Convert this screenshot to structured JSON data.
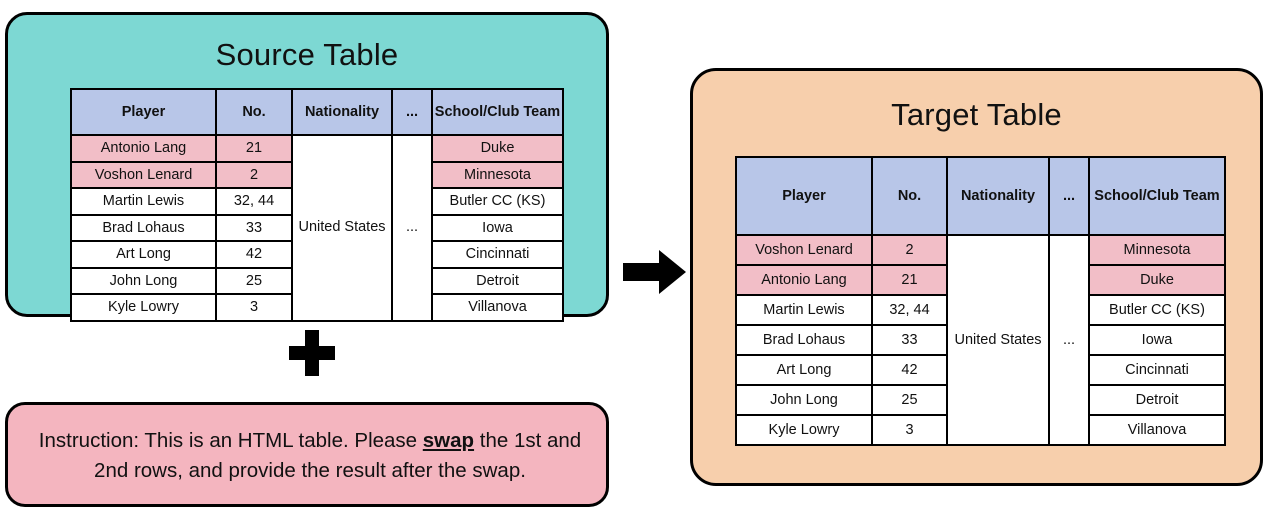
{
  "source_panel": {
    "title": "Source Table",
    "bg_color": "#7DD8D3",
    "table": {
      "headers": [
        "Player",
        "No.",
        "Nationality",
        "...",
        "School/Club Team"
      ],
      "merged_nationality": "United States",
      "merged_ellipsis": "...",
      "rows": [
        {
          "player": "Antonio Lang",
          "no": "21",
          "team": "Duke",
          "highlight": true
        },
        {
          "player": "Voshon Lenard",
          "no": "2",
          "team": "Minnesota",
          "highlight": true
        },
        {
          "player": "Martin Lewis",
          "no": "32, 44",
          "team": "Butler CC (KS)",
          "highlight": false
        },
        {
          "player": "Brad Lohaus",
          "no": "33",
          "team": "Iowa",
          "highlight": false
        },
        {
          "player": "Art Long",
          "no": "42",
          "team": "Cincinnati",
          "highlight": false
        },
        {
          "player": "John Long",
          "no": "25",
          "team": "Detroit",
          "highlight": false
        },
        {
          "player": "Kyle Lowry",
          "no": "3",
          "team": "Villanova",
          "highlight": false
        }
      ]
    }
  },
  "target_panel": {
    "title": "Target Table",
    "bg_color": "#F7CFAC",
    "table": {
      "headers": [
        "Player",
        "No.",
        "Nationality",
        "...",
        "School/Club Team"
      ],
      "merged_nationality": "United States",
      "merged_ellipsis": "...",
      "rows": [
        {
          "player": "Voshon Lenard",
          "no": "2",
          "team": "Minnesota",
          "highlight": true
        },
        {
          "player": "Antonio Lang",
          "no": "21",
          "team": "Duke",
          "highlight": true
        },
        {
          "player": "Martin Lewis",
          "no": "32, 44",
          "team": "Butler CC (KS)",
          "highlight": false
        },
        {
          "player": "Brad Lohaus",
          "no": "33",
          "team": "Iowa",
          "highlight": false
        },
        {
          "player": "Art Long",
          "no": "42",
          "team": "Cincinnati",
          "highlight": false
        },
        {
          "player": "John Long",
          "no": "25",
          "team": "Detroit",
          "highlight": false
        },
        {
          "player": "Kyle Lowry",
          "no": "3",
          "team": "Villanova",
          "highlight": false
        }
      ]
    }
  },
  "instruction_panel": {
    "bg_color": "#F4B5BF",
    "prefix": "Instruction: This is an HTML table. Please ",
    "emphasis": "swap",
    "suffix": " the 1st and 2nd rows, and provide the result after the swap."
  },
  "connectors": {
    "plus": "+",
    "arrow": "→"
  },
  "colors": {
    "header_blue": "#B8C6E8",
    "row_pink": "#F2BEC7",
    "teal": "#7DD8D3",
    "orange": "#F7CFAC",
    "instruction_pink": "#F4B5BF",
    "border": "#000000"
  }
}
